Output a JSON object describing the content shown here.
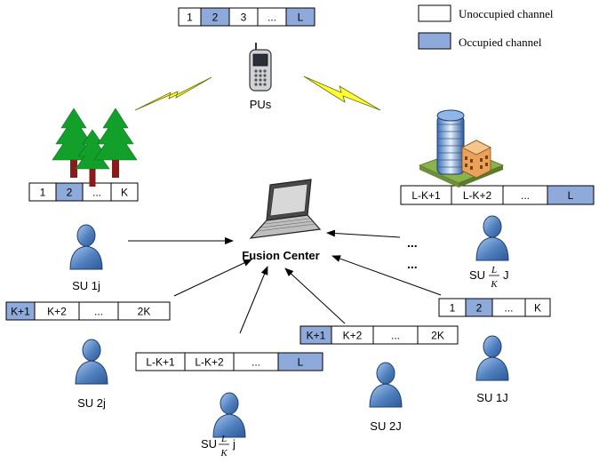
{
  "legend": {
    "unoccupied": "Unoccupied channel",
    "occupied": "Occupied channel"
  },
  "colors": {
    "occupied": "#8eaadb",
    "unoccupied": "#ffffff",
    "stroke": "#1f2f52",
    "person_body": "#4f7fbe",
    "person_highlight": "#9cc0e8",
    "tree": "#12a02a",
    "trunk": "#8b1a1a",
    "lightning": "#ffff33"
  },
  "nodes": {
    "pu_label": "PUs",
    "fusion_center": "Fusion Center",
    "su_1j": "SU 1j",
    "su_2j": "SU 2j",
    "su_1J": "SU 1J",
    "su_2J": "SU 2J",
    "su_lk_j": {
      "prefix": "SU",
      "num": "L",
      "den": "K",
      "suffix": "j"
    },
    "su_lk_J": {
      "prefix": "SU",
      "num": "L",
      "den": "K",
      "suffix": "J"
    },
    "ellipsis_top": "...",
    "ellipsis_bottom": "..."
  },
  "channel_bars": {
    "pu": [
      {
        "label": "1",
        "occupied": false
      },
      {
        "label": "2",
        "occupied": true
      },
      {
        "label": "3",
        "occupied": false
      },
      {
        "label": "...",
        "occupied": false
      },
      {
        "label": "L",
        "occupied": true
      }
    ],
    "tree": [
      {
        "label": "1",
        "occupied": false
      },
      {
        "label": "2",
        "occupied": true
      },
      {
        "label": "...",
        "occupied": false
      },
      {
        "label": "K",
        "occupied": false
      }
    ],
    "building": [
      {
        "label": "L-K+1",
        "occupied": false
      },
      {
        "label": "L-K+2",
        "occupied": false
      },
      {
        "label": "...",
        "occupied": false
      },
      {
        "label": "L",
        "occupied": true
      }
    ],
    "su_2j": [
      {
        "label": "K+1",
        "occupied": true
      },
      {
        "label": "K+2",
        "occupied": false
      },
      {
        "label": "...",
        "occupied": false
      },
      {
        "label": "2K",
        "occupied": false
      }
    ],
    "su_lk_j": [
      {
        "label": "L-K+1",
        "occupied": false
      },
      {
        "label": "L-K+2",
        "occupied": false
      },
      {
        "label": "...",
        "occupied": false
      },
      {
        "label": "L",
        "occupied": true
      }
    ],
    "su_2J": [
      {
        "label": "K+1",
        "occupied": true
      },
      {
        "label": "K+2",
        "occupied": false
      },
      {
        "label": "...",
        "occupied": false
      },
      {
        "label": "2K",
        "occupied": false
      }
    ],
    "su_1J": [
      {
        "label": "1",
        "occupied": false
      },
      {
        "label": "2",
        "occupied": true
      },
      {
        "label": "...",
        "occupied": false
      },
      {
        "label": "K",
        "occupied": false
      }
    ]
  }
}
